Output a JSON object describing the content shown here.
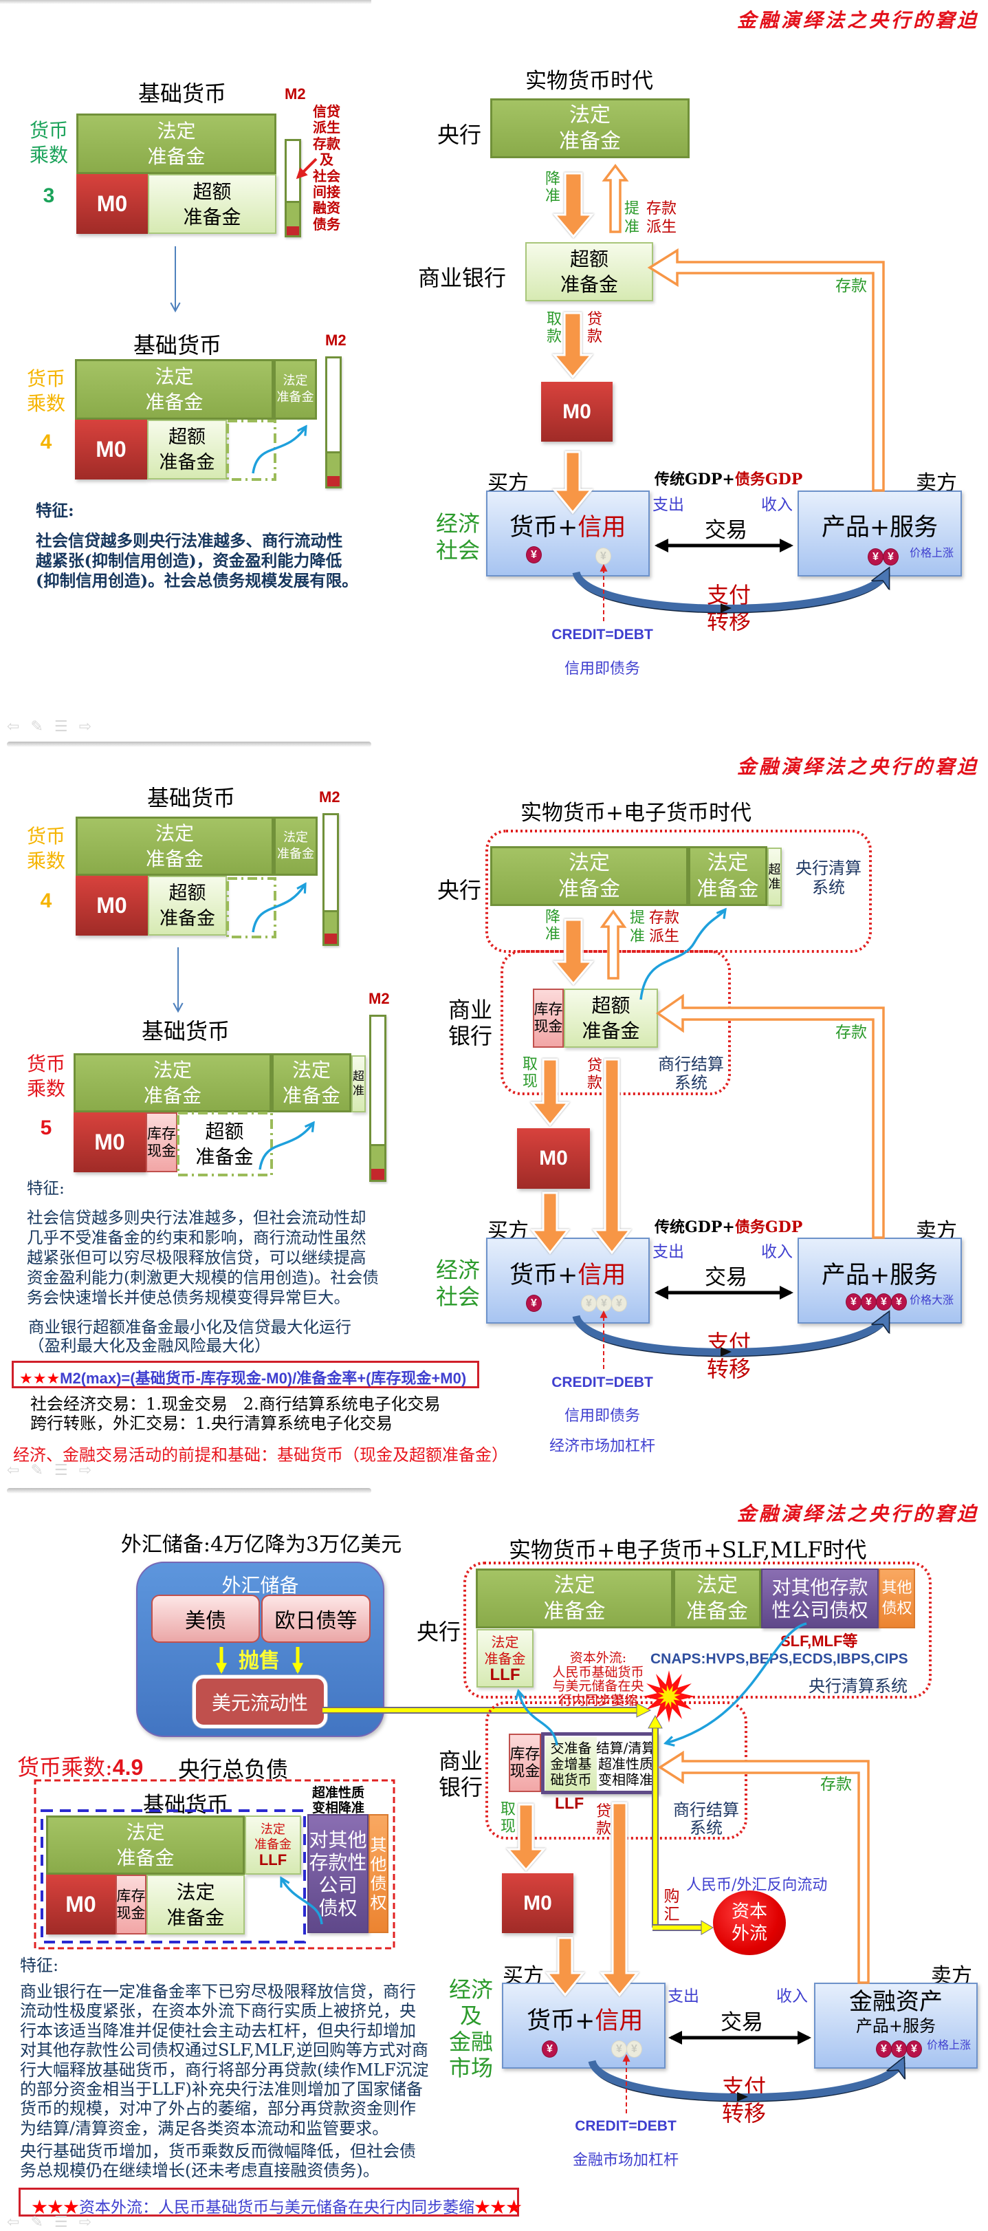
{
  "coin_symbol": "¥",
  "colors": {
    "title_red": "#e3101a",
    "mult_green": "#1ba35a",
    "mult_gold": "#f5b400",
    "mult_red": "#e3141c",
    "label_green": "#2b9a2b",
    "label_red": "#c00000",
    "label_blue": "#3f3fcf",
    "label_navy": "#1f3864",
    "reserve_green": "#9bbb59",
    "reserve_green_dark": "#71913a",
    "m0_red": "#c0392b",
    "arrow_orange": "#f79646",
    "flow_blue": "#1ea0dc",
    "coin_red": "#b8134a",
    "fx_blue": "#4f86d0",
    "outflow_yellow": "#ffff00",
    "claims_purple": "#7b5fa6"
  },
  "nav_icons": [
    {
      "name": "previous-slide",
      "glyph": "⇦"
    },
    {
      "name": "pen",
      "glyph": "✎"
    },
    {
      "name": "slide-menu",
      "glyph": "☰"
    },
    {
      "name": "next-slide",
      "glyph": "⇨"
    }
  ],
  "slides": [
    {
      "header": "金融演绎法之央行的窘迫",
      "left": {
        "panel_a": {
          "title": "基础货币",
          "m2_label": "M2",
          "multiplier_label": [
            "货币",
            "乘数"
          ],
          "multiplier_value": "3",
          "statutory": [
            "法定",
            "准备金"
          ],
          "m0": "M0",
          "excess": [
            "超额",
            "准备金"
          ],
          "m2_bar_fill": {
            "derived_deposits": 0.65,
            "reserves": 0.25,
            "cash_m0": 0.1
          },
          "annotation": [
            "信贷",
            "派生",
            "存款",
            "及",
            "社会",
            "间接",
            "融资",
            "债务"
          ]
        },
        "panel_b": {
          "title": "基础货币",
          "m2_label": "M2",
          "multiplier_label": [
            "货币",
            "乘数"
          ],
          "multiplier_value": "4",
          "statutory": [
            "法定",
            "准备金"
          ],
          "statutory_added": [
            "法定",
            "准备金"
          ],
          "m0": "M0",
          "excess": [
            "超额",
            "准备金"
          ],
          "m2_bar_fill": {
            "derived_deposits": 0.74,
            "reserves": 0.18,
            "cash_m0": 0.08
          }
        },
        "features_label": "特征:",
        "features_lines": [
          "社会信贷越多则央行法准越多、商行流动性",
          "越紧张(抑制信用创造)，资金盈利能力降低",
          "(抑制信用创造)。社会总债务规模发展有限。"
        ]
      },
      "right": {
        "era_title": "实物货币时代",
        "central_bank_label": "央行",
        "cb_statutory": [
          "法定",
          "准备金"
        ],
        "rrr_cut": [
          "降",
          "准"
        ],
        "rrr_raise": [
          "提",
          "准"
        ],
        "deposit_derivation": [
          "存款",
          "派生"
        ],
        "commercial_bank_label": "商业银行",
        "bank_excess": [
          "超额",
          "准备金"
        ],
        "deposit": "存款",
        "withdraw": [
          "取",
          "款"
        ],
        "loan": [
          "贷",
          "款"
        ],
        "m0": "M0",
        "buyer": "买方",
        "seller": "卖方",
        "gdp_traditional": "传统GDP+",
        "gdp_debt": "债务GDP",
        "society": [
          "经济",
          "社会"
        ],
        "money": "货币+",
        "credit": "信用",
        "spend": "支出",
        "income": "收入",
        "trade": "交易",
        "goods": "产品+服务",
        "price_note": "价格上涨",
        "payment": [
          "支付",
          "转移"
        ],
        "credit_debt": "CREDIT=DEBT",
        "credit_is_debt": "信用即债务",
        "coins": {
          "buyer_cash": 1,
          "buyer_credit": 1,
          "seller": 2
        }
      }
    },
    {
      "header": "金融演绎法之央行的窘迫",
      "left": {
        "panel_a": {
          "title": "基础货币",
          "m2_label": "M2",
          "multiplier_label": [
            "货币",
            "乘数"
          ],
          "multiplier_value": "4",
          "statutory": [
            "法定",
            "准备金"
          ],
          "statutory_added": [
            "法定",
            "准备金"
          ],
          "m0": "M0",
          "excess": [
            "超额",
            "准备金"
          ],
          "m2_bar_fill": {
            "derived_deposits": 0.75,
            "reserves": 0.17,
            "cash_m0": 0.08
          }
        },
        "panel_b": {
          "title": "基础货币",
          "m2_label": "M2",
          "multiplier_label": [
            "货币",
            "乘数"
          ],
          "multiplier_value": "5",
          "statutory": [
            "法定",
            "准备金"
          ],
          "statutory_added": [
            "法定",
            "准备金"
          ],
          "excess_small": [
            "超",
            "准"
          ],
          "m0": "M0",
          "vault_cash": [
            "库存",
            "现金"
          ],
          "excess": [
            "超额",
            "准备金"
          ],
          "m2_bar_fill": {
            "derived_deposits": 0.79,
            "reserves": 0.14,
            "cash_m0": 0.07
          }
        },
        "features_label": "特征:",
        "features_lines": [
          "社会信贷越多则央行法准越多，但社会流动性却",
          "几乎不受准备金的约束和影响，商行流动性虽然",
          "越紧张但可以穷尽极限释放信贷，可以继续提高",
          "资金盈利能力(刺激更大规模的信用创造)。社会债",
          "务会快速增长并使总债务规模变得异常巨大。"
        ],
        "strategy_lines": [
          "商业银行超额准备金最小化及信贷最大化运行",
          "（盈利最大化及金融风险最大化）"
        ],
        "formula": {
          "stars": "★★★",
          "text": "M2(max)=(基础货币-库存现金-M0)/准备金率+(库存现金+M0)"
        },
        "transaction_lines": [
          "社会经济交易：1.现金交易   2.商行结算系统电子化交易",
          "跨行转账，外汇交易：1.央行清算系统电子化交易"
        ],
        "conclusion": "经济、金融交易活动的前提和基础：基础货币（现金及超额准备金）"
      },
      "right": {
        "era_title": "实物货币+电子货币时代",
        "central_bank_label": "央行",
        "cb_statutory": [
          "法定",
          "准备金"
        ],
        "cb_statutory_added": [
          "法定",
          "准备金"
        ],
        "cb_excess": [
          "超",
          "准"
        ],
        "cb_clearing": [
          "央行清算",
          "系统"
        ],
        "rrr_cut": [
          "降",
          "准"
        ],
        "rrr_raise": [
          "提",
          "准"
        ],
        "deposit_derivation": [
          "存款",
          "派生"
        ],
        "commercial_bank_label": [
          "商业",
          "银行"
        ],
        "vault_cash": [
          "库存",
          "现金"
        ],
        "bank_excess": [
          "超额",
          "准备金"
        ],
        "deposit": "存款",
        "withdraw": [
          "取",
          "现"
        ],
        "loan": [
          "贷",
          "款"
        ],
        "bank_settlement": [
          "商行结算",
          "系统"
        ],
        "m0": "M0",
        "buyer": "买方",
        "seller": "卖方",
        "gdp_traditional": "传统GDP+",
        "gdp_debt": "债务GDP",
        "society": [
          "经济",
          "社会"
        ],
        "money": "货币+",
        "credit": "信用",
        "spend": "支出",
        "income": "收入",
        "trade": "交易",
        "goods": "产品+服务",
        "price_note": "价格大涨",
        "payment": [
          "支付",
          "转移"
        ],
        "credit_debt": "CREDIT=DEBT",
        "credit_is_debt": "信用即债务",
        "leverage": "经济市场加杠杆",
        "coins": {
          "buyer_cash": 1,
          "buyer_credit": 3,
          "seller": 4
        }
      }
    },
    {
      "header": "金融演绎法之央行的窘迫",
      "left": {
        "fx_title": "外汇储备:4万亿降为3万亿美元",
        "fx_box": {
          "label": "外汇储备",
          "us_bonds": "美债",
          "eu_jp_bonds": "欧日债等",
          "sell_off": "抛售",
          "usd_liquidity": "美元流动性"
        },
        "multiplier_label": "货币乘数:",
        "multiplier_value": "4.9",
        "total_liabilities": "央行总负债",
        "base_money": "基础货币",
        "quasi_excess": [
          "超准性质",
          "变相降准"
        ],
        "statutory": [
          "法定",
          "准备金"
        ],
        "llf": [
          "法定",
          "准备金",
          "LLF"
        ],
        "m0": "M0",
        "vault_cash": [
          "库存",
          "现金"
        ],
        "statutory_light": [
          "法定",
          "准备金"
        ],
        "claims": [
          "对其他",
          "存款性",
          "公司",
          "债权"
        ],
        "other_claims": [
          "其",
          "他",
          "债",
          "权"
        ],
        "features_label": "特征:",
        "features_lines": [
          "商业银行在一定准备金率下已穷尽极限释放信贷，商行",
          "流动性极度紧张，在资本外流下商行实质上被挤兑，央",
          "行本该适当降准并促使社会主动去杠杆，但央行却增加",
          "对其他存款性公司债权通过SLF,MLF,逆回购等方式对商",
          "行大幅释放基础货币，商行将部分再贷款(续作MLF沉淀",
          "的部分资金相当于LLF)补充央行法准则增加了国家储备",
          "货币的规模，对冲了外占的萎缩，部分再贷款资金则作",
          "为结算/清算资金，满足各类资本流动和监管要求。"
        ],
        "summary_lines": [
          "央行基础货币增加，货币乘数反而微幅降低，但社会债",
          "务总规模仍在继续增长(还未考虑直接融资债务)。"
        ],
        "banner": {
          "stars_left": "★★★",
          "text": "资本外流：人民币基础货币与美元储备在央行内同步萎缩",
          "stars_right": "★★★"
        }
      },
      "right": {
        "era_title": "实物货币+电子货币+SLF,MLF时代",
        "central_bank_label": "央行",
        "cb_statutory": [
          "法定",
          "准备金"
        ],
        "cb_statutory_added": [
          "法定",
          "准备金"
        ],
        "cb_claims": [
          "对其他存款",
          "性公司债权"
        ],
        "cb_other_claims": [
          "其他",
          "债权"
        ],
        "cb_llf": [
          "法定",
          "准备金",
          "LLF"
        ],
        "slf_mlf": "SLF,MLF等",
        "outflow_note": [
          "资本外流:",
          "人民币基础货币",
          "与美元储备在央",
          "行内同步萎缩"
        ],
        "cnaps": "CNAPS:HVPS,BEPS,ECDS,IBPS,CIPS",
        "cb_clearing": "央行清算系统",
        "commercial_bank_label": [
          "商业",
          "银行"
        ],
        "vault_cash": [
          "库存",
          "现金"
        ],
        "reserve_base": [
          "交准备",
          "金增基",
          "础货币"
        ],
        "settlement_excess": [
          "结算/清算",
          "超准性质",
          "变相降准"
        ],
        "llf": "LLF",
        "withdraw": [
          "取",
          "现"
        ],
        "loan": [
          "贷",
          "款"
        ],
        "bank_settlement": [
          "商行结算",
          "系统"
        ],
        "deposit": "存款",
        "m0": "M0",
        "reverse_flow": "人民币/外汇反向流动",
        "fx_purchase": [
          "购",
          "汇"
        ],
        "capital_outflow": [
          "资本",
          "外流"
        ],
        "buyer": "买方",
        "seller": "卖方",
        "society": [
          "经济",
          "及",
          "金融",
          "市场"
        ],
        "money": "货币+",
        "credit": "信用",
        "spend": "支出",
        "income": "收入",
        "trade": "交易",
        "financial_assets": "金融资产",
        "goods": "产品+服务",
        "price_note": "价格上涨",
        "payment": [
          "支付",
          "转移"
        ],
        "credit_debt": "CREDIT=DEBT",
        "leverage": "金融市场加杠杆",
        "coins": {
          "buyer_cash": 1,
          "buyer_credit": 2,
          "seller": 3
        }
      }
    }
  ]
}
